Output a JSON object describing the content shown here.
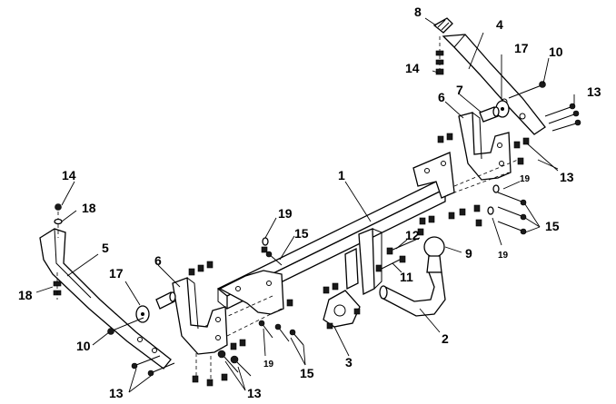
{
  "diagram": {
    "callouts": {
      "c1": "1",
      "c2": "2",
      "c3": "3",
      "c4": "4",
      "c5": "5",
      "c6a": "6",
      "c6b": "6",
      "c7": "7",
      "c8": "8",
      "c9": "9",
      "c10a": "10",
      "c10b": "10",
      "c11": "11",
      "c12": "12",
      "c13a": "13",
      "c13b": "13",
      "c13c": "13",
      "c13d": "13",
      "c14a": "14",
      "c14b": "14",
      "c15a": "15",
      "c15b": "15",
      "c15c": "15",
      "c17a": "17",
      "c17b": "17",
      "c18a": "18",
      "c18b": "18",
      "c19a": "19",
      "c19b": "19",
      "c19c": "19",
      "c19d": "19"
    }
  }
}
